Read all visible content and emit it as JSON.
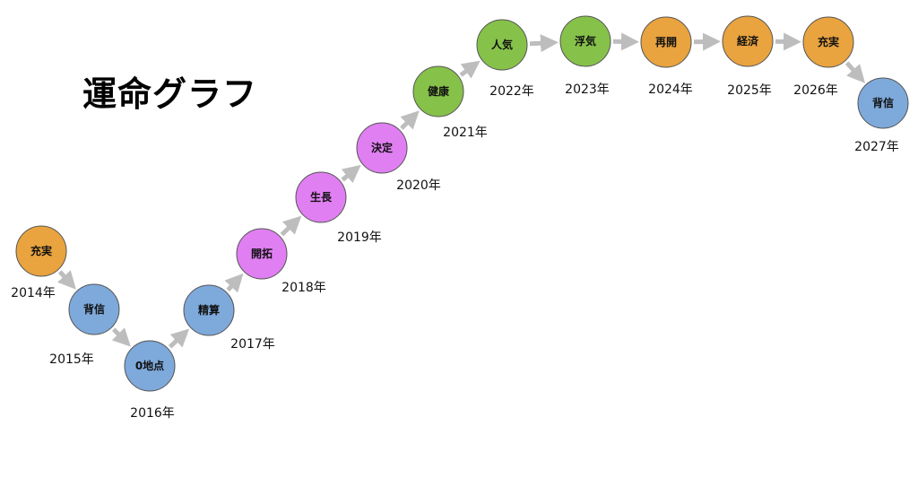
{
  "title": "運命グラフ",
  "colors": {
    "orange": "#E9A33F",
    "blue": "#7EA9DB",
    "magenta": "#E07FF2",
    "green": "#86C14A",
    "arrow": "#BDBDBD",
    "stroke": "#555555"
  },
  "nodes": [
    {
      "label": "充実",
      "year": "2014年",
      "color": "orange"
    },
    {
      "label": "背信",
      "year": "2015年",
      "color": "blue"
    },
    {
      "label": "0地点",
      "year": "2016年",
      "color": "blue"
    },
    {
      "label": "精算",
      "year": "2017年",
      "color": "blue"
    },
    {
      "label": "開拓",
      "year": "2018年",
      "color": "magenta"
    },
    {
      "label": "生長",
      "year": "2019年",
      "color": "magenta"
    },
    {
      "label": "決定",
      "year": "2020年",
      "color": "magenta"
    },
    {
      "label": "健康",
      "year": "2021年",
      "color": "green"
    },
    {
      "label": "人気",
      "year": "2022年",
      "color": "green"
    },
    {
      "label": "浮気",
      "year": "2023年",
      "color": "green"
    },
    {
      "label": "再開",
      "year": "2024年",
      "color": "orange"
    },
    {
      "label": "経済",
      "year": "2025年",
      "color": "orange"
    },
    {
      "label": "充実",
      "year": "2026年",
      "color": "orange"
    },
    {
      "label": "背信",
      "year": "2027年",
      "color": "blue"
    }
  ]
}
